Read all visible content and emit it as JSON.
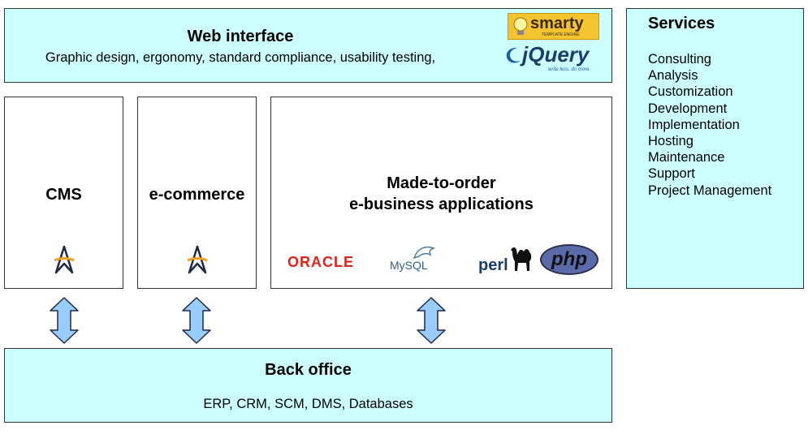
{
  "web_interface": {
    "title": "Web interface",
    "subtitle": "Graphic design, ergonomy, standard compliance, usability testing,",
    "logos": {
      "smarty": {
        "name": "smarty",
        "tagline": "TEMPLATE ENGINE"
      },
      "jquery": {
        "name": "jQuery",
        "tagline": "write less, do more."
      }
    }
  },
  "services": {
    "title": "Services",
    "items": [
      "Consulting",
      "Analysis",
      "Customization",
      "Development",
      "Implementation",
      "Hosting",
      "Maintenance",
      "Support",
      "Project Management"
    ]
  },
  "cms": {
    "title": "CMS"
  },
  "ecommerce": {
    "title": "e-commerce"
  },
  "apps": {
    "title_line1": "Made-to-order",
    "title_line2": "e-business applications",
    "logos": {
      "oracle": "ORACLE",
      "mysql": "MySQL",
      "perl": "perl",
      "php": "php"
    }
  },
  "back_office": {
    "title": "Back office",
    "subtitle": "ERP, CRM, SCM, DMS, Databases"
  },
  "colors": {
    "box_fill": "#ccffff",
    "arrow_fill": "#99ccff",
    "oracle_red": "#e2231a",
    "php_blue": "#5b6aa8",
    "smarty_yellow": "#f4c430"
  },
  "icons": {
    "product_logo": "star-a-logo-icon"
  }
}
